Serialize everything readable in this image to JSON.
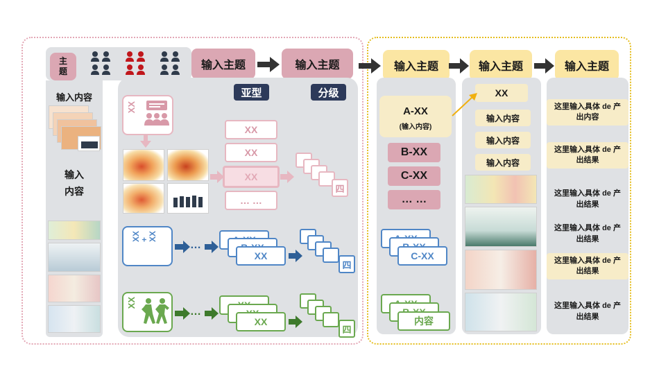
{
  "colors": {
    "pink": "#dba7b3",
    "pink_border": "#e7b7c1",
    "blue": "#4f86c6",
    "green": "#6aa84f",
    "yellow": "#fbe6a3",
    "beige": "#f7ecc8",
    "navy": "#2d3a5a",
    "gray": "#dfe1e4",
    "dark_icon": "#2f3b4b",
    "red_icon": "#c0161b",
    "orange_arrow": "#f0b010"
  },
  "header": {
    "theme_label": "主\n题",
    "steps": [
      "输入主题",
      "输入主题",
      "输入主题",
      "输入主题",
      "输入主题"
    ]
  },
  "badges": {
    "subtype": "亚型",
    "grading": "分级"
  },
  "left_panel": {
    "title": "输入内容",
    "middle_text": "输入\n内容"
  },
  "pink_row": {
    "xx_label": "XX",
    "cards": [
      "XX",
      "XX",
      "XX",
      "… …"
    ],
    "stack_glyph": "四"
  },
  "blue_row": {
    "label": "XX\n+\nXX",
    "dots": "…",
    "cards": [
      "A-XX",
      "B-XX",
      "XX"
    ],
    "stack_glyph": "四"
  },
  "green_row": {
    "label": "XX",
    "dots": "…",
    "cards": [
      "XX",
      "XX",
      "XX"
    ],
    "stack_glyph": "四"
  },
  "col4": {
    "a_title": "A-XX",
    "a_sub": "(输入内容)",
    "b": "B-XX",
    "c": "C-XX",
    "etc": "… …",
    "blue_stack": [
      "A-XX",
      "B-XX",
      "C-XX"
    ],
    "green_stack": [
      "A-XX",
      "B-XX",
      "内容"
    ]
  },
  "col5": {
    "xx": "XX",
    "items": [
      "输入内容",
      "输入内容",
      "输入内容"
    ]
  },
  "col6": {
    "items": [
      "这里输入具体 de 产\n出内容",
      "这里输入具体 de 产\n出结果",
      "这里输入具体 de 产\n出结果",
      "这里输入具体 de 产\n出结果",
      "这里输入具体 de 产\n出结果",
      "这里输入具体 de 产\n出结果"
    ]
  }
}
